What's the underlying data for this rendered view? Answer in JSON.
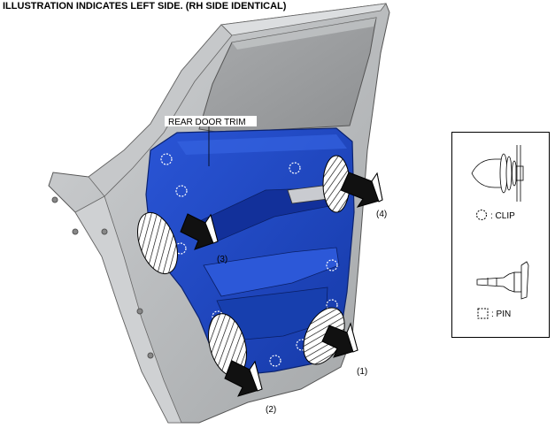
{
  "header": {
    "title": "ILLUSTRATION INDICATES LEFT SIDE. (RH SIDE IDENTICAL)"
  },
  "diagram": {
    "trim_label": "REAR DOOR TRIM",
    "callouts": [
      {
        "id": "callout-1",
        "text": "(1)"
      },
      {
        "id": "callout-2",
        "text": "(2)"
      },
      {
        "id": "callout-3",
        "text": "(3)"
      },
      {
        "id": "callout-4",
        "text": "(4)"
      }
    ]
  },
  "legend": {
    "clip_label": ": CLIP",
    "pin_label": ": PIN"
  },
  "colors": {
    "trim_blue": "#1f47c8",
    "trim_dark": "#12309a",
    "door_gray": "#b7b9bb",
    "glass": "#9c9ea0",
    "arrow": "#111111"
  }
}
